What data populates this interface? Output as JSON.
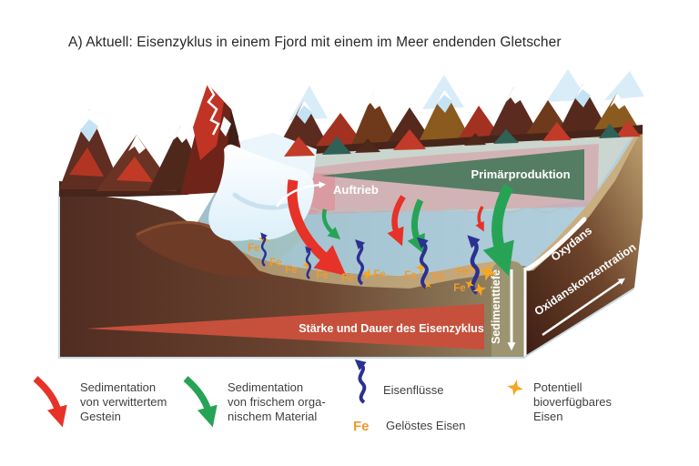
{
  "title": "A) Aktuell: Eisenzyklus in einem Fjord mit einem im Meer endenden Gletscher",
  "diagram": {
    "fe_label": "Fe",
    "auftrieb_label": "Auftrieb",
    "primary_production_label": "Primärproduktion",
    "iron_cycle_wedge_label": "Stärke und Dauer des Eisenzyklus",
    "sediment_depth_label": "Sedimenttiefe",
    "oxydans_label": "Oxydans",
    "oxidant_concentration_label": "Oxidanskonzentration"
  },
  "legend": {
    "items": [
      {
        "icon": "red-curved-arrow",
        "color": "#e63228",
        "lines": [
          "Sedimentation",
          "von verwittertem",
          "Gestein"
        ]
      },
      {
        "icon": "green-curved-arrow",
        "color": "#27a356",
        "lines": [
          "Sedimentation",
          "von frischem orga-",
          "nischem Material"
        ]
      },
      {
        "icon": "blue-squiggle-arrow",
        "color": "#2b3190",
        "label": "Eisenflüsse"
      },
      {
        "icon": "fe-symbol",
        "color": "#f09a2e",
        "symbol": "Fe",
        "label": "Gelöstes Eisen"
      },
      {
        "icon": "star-sparkle",
        "color": "#f5a623",
        "lines": [
          "Potentiell",
          "bioverfügbares",
          "Eisen"
        ]
      }
    ]
  },
  "colors": {
    "water": "#a7c6d3",
    "surface_layer": "#cbd6cd",
    "sediment_plume_pink": "#d897a0",
    "primary_production_green": "#3f7355",
    "red_arrow": "#e63228",
    "green_arrow": "#27a356",
    "iron_flux_blue": "#2b3190",
    "dissolved_iron_orange": "#f09a2e",
    "bioavailable_star_orange": "#f5a623",
    "iron_cycle_wedge_red": "#c6503c",
    "seafloor_tan": "#b59c74",
    "sediment_front_dark": "#512c21"
  }
}
